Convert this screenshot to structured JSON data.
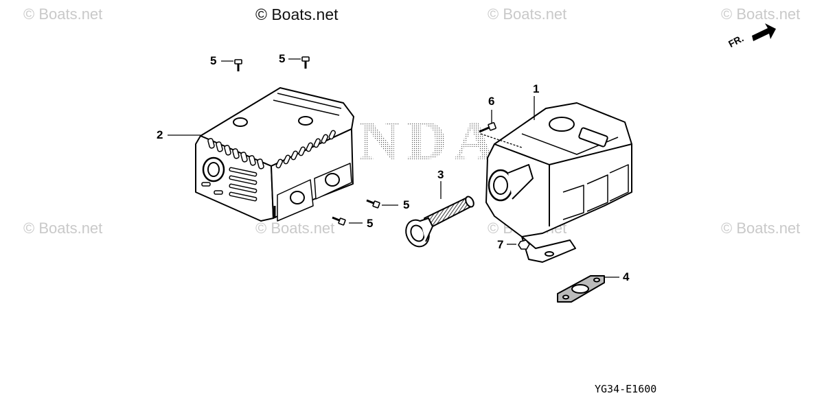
{
  "watermarks": {
    "main": "© Boats.net",
    "tile": "© Boats.net"
  },
  "callouts": {
    "muffler": "1",
    "protector": "2",
    "spark_arrester": "3",
    "gasket": "4",
    "bolt_a": "5",
    "bolt_b": "5",
    "bolt_c": "5",
    "bolt_d": "5",
    "bolt_6": "6",
    "nut": "7"
  },
  "direction": {
    "label": "FR."
  },
  "diagram_code": "YG34-E1600",
  "background_logo": "HONDA",
  "colors": {
    "line": "#000000",
    "watermark": "#c9c9c9",
    "background": "#ffffff"
  }
}
